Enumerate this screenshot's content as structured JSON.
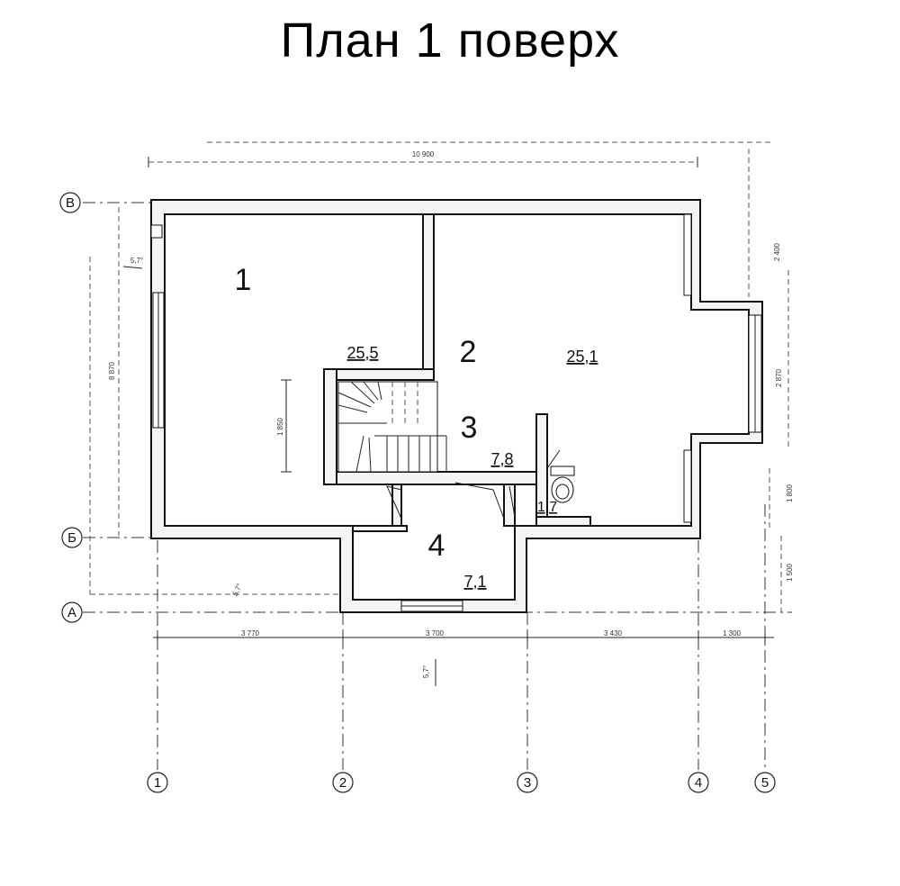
{
  "title": "План 1 поверх",
  "rooms": [
    {
      "number": "1",
      "area": "25,5"
    },
    {
      "number": "2",
      "area": "25,1"
    },
    {
      "number": "3",
      "area": "7,8"
    },
    {
      "number": "4",
      "area": "7,1"
    },
    {
      "number": "",
      "area": "1,7"
    }
  ],
  "axes": {
    "horizontal": [
      "В",
      "Б",
      "А"
    ],
    "vertical": [
      "1",
      "2",
      "3",
      "4",
      "5"
    ]
  },
  "dimensions": {
    "overall": "10 900",
    "bottom": [
      "3 770",
      "3 700",
      "3 430",
      "1 300"
    ],
    "left_height": "8 870",
    "right": [
      "2 400",
      "2 870",
      "1 800",
      "1 500"
    ],
    "stair": "1 850",
    "slopes": [
      "5,7°",
      "5,7°",
      "5,7°"
    ]
  }
}
